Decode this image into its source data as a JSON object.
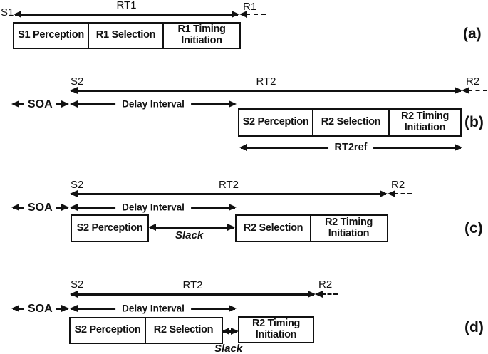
{
  "panel_a": {
    "label": "(a)",
    "stim_label": "S1",
    "rt_label": "RT1",
    "resp_label": "R1",
    "box1": "S1 Perception",
    "box2": "R1 Selection",
    "box3": "R1 Timing Initiation"
  },
  "panel_b": {
    "label": "(b)",
    "stim_label": "S2",
    "rt_label": "RT2",
    "resp_label": "R2",
    "soa_label": "SOA",
    "delay_label": "Delay Interval",
    "rt2ref_label": "RT2ref",
    "box1": "S2 Perception",
    "box2": "R2 Selection",
    "box3": "R2 Timing Initiation"
  },
  "panel_c": {
    "label": "(c)",
    "stim_label": "S2",
    "rt_label": "RT2",
    "resp_label": "R2",
    "soa_label": "SOA",
    "delay_label": "Delay Interval",
    "slack_label": "Slack",
    "box1": "S2 Perception",
    "box2": "R2 Selection",
    "box3": "R2 Timing Initiation"
  },
  "panel_d": {
    "label": "(d)",
    "stim_label": "S2",
    "rt_label": "RT2",
    "resp_label": "R2",
    "soa_label": "SOA",
    "delay_label": "Delay Interval",
    "slack_label": "Slack",
    "box1": "S2 Perception",
    "box2": "R2 Selection",
    "box3": "R2 Timing Initiation"
  }
}
